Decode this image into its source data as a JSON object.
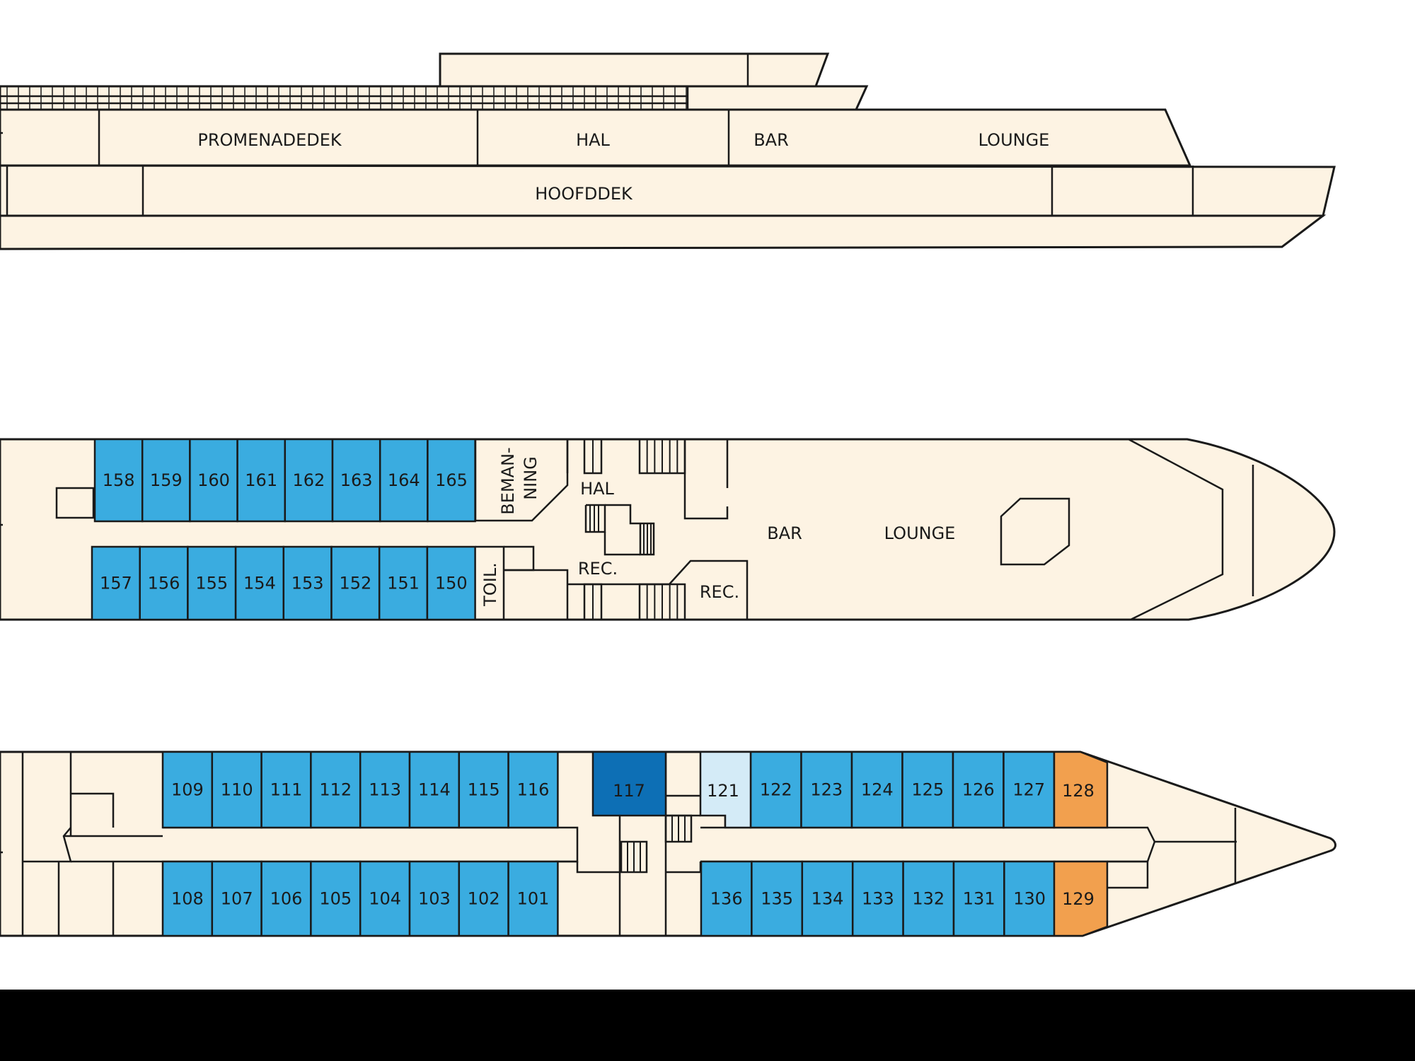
{
  "colors": {
    "hull": "#fdf3e3",
    "outline": "#1a1a1a",
    "category_blue": "#3aace0",
    "category_dark_blue": "#0d6fb5",
    "category_light_blue": "#d4ebf7",
    "category_orange": "#f2a04e",
    "footer": "#000000"
  },
  "side_view": {
    "labels": {
      "promenade": "PROMENADEDEK",
      "hal": "HAL",
      "bar": "BAR",
      "lounge": "LOUNGE",
      "main": "HOOFDDEK"
    }
  },
  "upper_deck": {
    "labels": {
      "crew": "BEMAN-NING",
      "crew_line1": "BEMAN-",
      "crew_line2": "NING",
      "toilet": "TOIL.",
      "hal": "HAL",
      "reception_1": "REC.",
      "reception_2": "REC.",
      "bar": "BAR",
      "lounge": "LOUNGE"
    },
    "cabins_top": [
      {
        "number": "158",
        "category": "blue"
      },
      {
        "number": "159",
        "category": "blue"
      },
      {
        "number": "160",
        "category": "blue"
      },
      {
        "number": "161",
        "category": "blue"
      },
      {
        "number": "162",
        "category": "blue"
      },
      {
        "number": "163",
        "category": "blue"
      },
      {
        "number": "164",
        "category": "blue"
      },
      {
        "number": "165",
        "category": "blue"
      }
    ],
    "cabins_bottom": [
      {
        "number": "157",
        "category": "blue"
      },
      {
        "number": "156",
        "category": "blue"
      },
      {
        "number": "155",
        "category": "blue"
      },
      {
        "number": "154",
        "category": "blue"
      },
      {
        "number": "153",
        "category": "blue"
      },
      {
        "number": "152",
        "category": "blue"
      },
      {
        "number": "151",
        "category": "blue"
      },
      {
        "number": "150",
        "category": "blue"
      }
    ]
  },
  "lower_deck": {
    "cabins_top_aft": [
      {
        "number": "109",
        "category": "blue"
      },
      {
        "number": "110",
        "category": "blue"
      },
      {
        "number": "111",
        "category": "blue"
      },
      {
        "number": "112",
        "category": "blue"
      },
      {
        "number": "113",
        "category": "blue"
      },
      {
        "number": "114",
        "category": "blue"
      },
      {
        "number": "115",
        "category": "blue"
      },
      {
        "number": "116",
        "category": "blue"
      }
    ],
    "cabin_117": {
      "number": "117",
      "category": "dark_blue"
    },
    "cabin_121": {
      "number": "121",
      "category": "light_blue"
    },
    "cabins_top_fwd": [
      {
        "number": "122",
        "category": "blue"
      },
      {
        "number": "123",
        "category": "blue"
      },
      {
        "number": "124",
        "category": "blue"
      },
      {
        "number": "125",
        "category": "blue"
      },
      {
        "number": "126",
        "category": "blue"
      },
      {
        "number": "127",
        "category": "blue"
      },
      {
        "number": "128",
        "category": "orange"
      }
    ],
    "cabins_bottom_aft": [
      {
        "number": "108",
        "category": "blue"
      },
      {
        "number": "107",
        "category": "blue"
      },
      {
        "number": "106",
        "category": "blue"
      },
      {
        "number": "105",
        "category": "blue"
      },
      {
        "number": "104",
        "category": "blue"
      },
      {
        "number": "103",
        "category": "blue"
      },
      {
        "number": "102",
        "category": "blue"
      },
      {
        "number": "101",
        "category": "blue"
      }
    ],
    "cabins_bottom_fwd": [
      {
        "number": "136",
        "category": "blue"
      },
      {
        "number": "135",
        "category": "blue"
      },
      {
        "number": "134",
        "category": "blue"
      },
      {
        "number": "133",
        "category": "blue"
      },
      {
        "number": "132",
        "category": "blue"
      },
      {
        "number": "131",
        "category": "blue"
      },
      {
        "number": "130",
        "category": "blue"
      },
      {
        "number": "129",
        "category": "orange"
      }
    ]
  }
}
